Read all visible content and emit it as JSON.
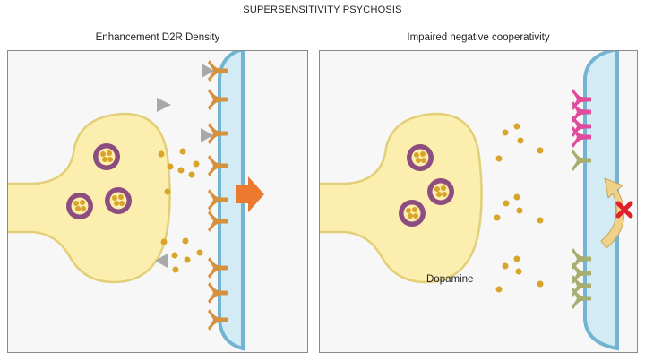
{
  "title": "SUPERSENSITIVITY PSYCHOSIS",
  "panels": {
    "left": {
      "label": "Enhancement D2R Density"
    },
    "right": {
      "label": "Impaired negative cooperativity"
    }
  },
  "labels": {
    "dopamine": "Dopamine"
  },
  "colors": {
    "neuron_fill": "#fbeeae",
    "neuron_stroke": "#e3cf77",
    "vesicle_fill": "#8e4d7f",
    "granule": "#d9a42a",
    "membrane_fill": "#d3ebf4",
    "membrane_stroke": "#72b4d2",
    "receptor": "#d6913e",
    "receptor_inactive": "#a8ae6f",
    "receptor_pink": "#e24a9c",
    "arrow_orange": "#ec7a2e",
    "arrow_yellow": "#f0d28a",
    "cross": "#e0202a",
    "antagonist": "#a8a8a8"
  },
  "icons": [
    "orange-arrow-icon",
    "curved-arrow-icon",
    "red-cross-icon",
    "triangle-antagonist-icon"
  ]
}
